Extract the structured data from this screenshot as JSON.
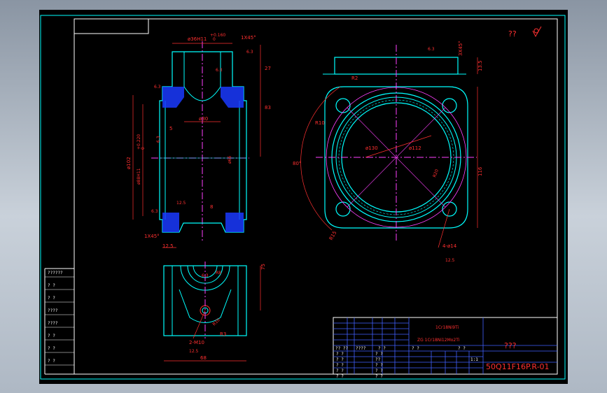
{
  "colors": {
    "background": "#000000",
    "frame": "#ffffff",
    "outline": "#00ffff",
    "dimension": "#ff3030",
    "centerline": "#ff40ff",
    "hatch": "#2a4cff",
    "title_block": "#4060ff"
  },
  "title_block": {
    "material_line1": "1Cr18Ni9Ti",
    "material_line2": "ZG 1Cr18Ni12Mo2Ti",
    "name": "???",
    "drawing_number": "50Q11F16P.R-01",
    "scale": "1:1",
    "check_mark": "??",
    "cells": [
      "? ?",
      "? ?",
      "? ?",
      "??",
      "? ?",
      "? ?",
      "? ?",
      "? ?",
      "? ?",
      "? ?"
    ],
    "header_row": [
      "?? ??",
      "????",
      "? ?",
      "? ?",
      "? ?"
    ]
  },
  "revision_block": {
    "rows": [
      "??????",
      "?   ?",
      "?   ?",
      "????",
      "????",
      "?   ?",
      "?   ?",
      "?   ?"
    ]
  },
  "front_view": {
    "labels": [
      "ø36H11",
      "+0.160",
      "0",
      "1X45°",
      "6.3",
      "27",
      "83",
      "6.3",
      "ø30",
      "5",
      "6.3",
      "ø102",
      "ø88H11",
      "+0.220",
      "0",
      "ø66",
      "12.5",
      "8",
      "1X45°",
      "6.3",
      "12.5",
      "6.3"
    ]
  },
  "side_view": {
    "labels": [
      "6.3",
      "3X45°",
      "13.5",
      "R2",
      "R10",
      "ø130",
      "ø112",
      "80°",
      "116",
      "R15",
      "4-ø14",
      "12.5",
      "R20"
    ]
  },
  "bottom_view": {
    "labels": [
      "75",
      "R3",
      "R10",
      "2-M10",
      "68",
      "12.5",
      "6.3",
      "R8"
    ]
  }
}
